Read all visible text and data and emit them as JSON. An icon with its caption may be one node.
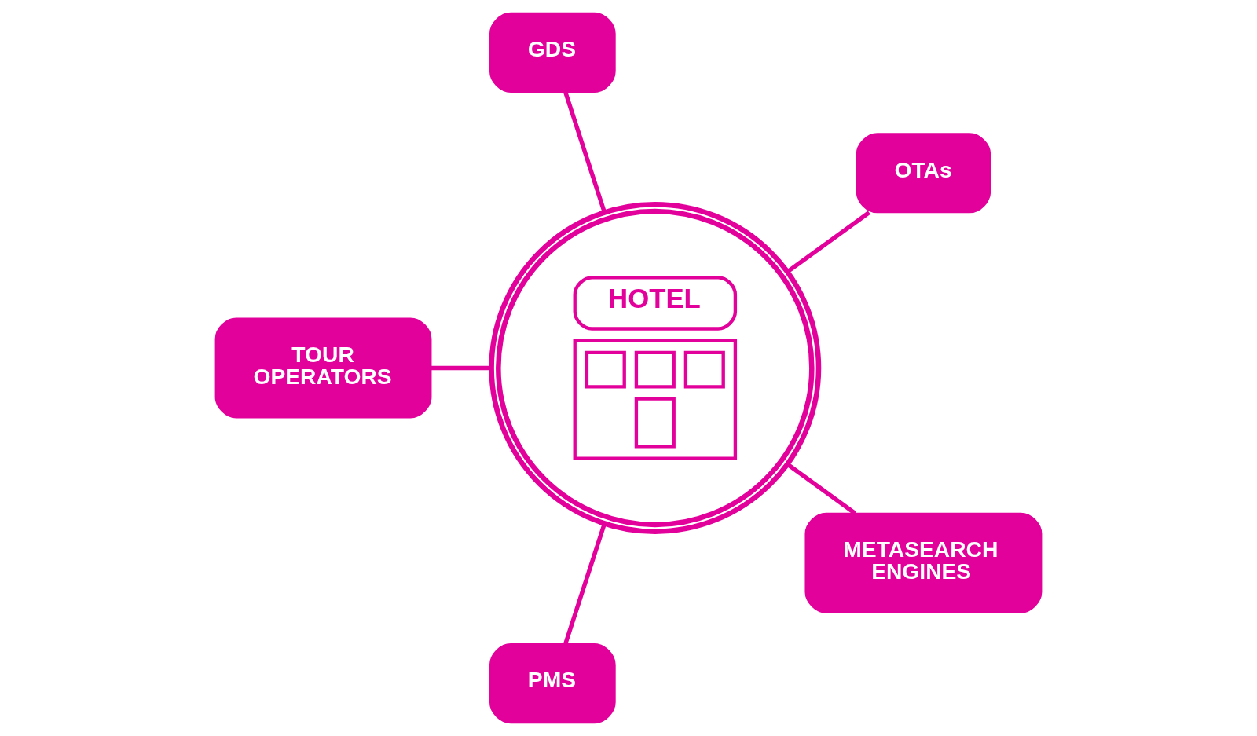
{
  "diagram": {
    "nodes": [
      {
        "text": [
          "GDS"
        ]
      },
      {
        "text": [
          "TOUR OPERATORS"
        ]
      },
      {
        "text": [
          "OTAs"
        ]
      },
      {
        "text": [
          "HOTEL"
        ]
      },
      {
        "text": [
          "PMS"
        ]
      },
      {
        "text": [
          "METASEARCH ENGINES"
        ]
      }
    ],
    "edges": [
      {
        "from": 0,
        "to": 3,
        "arrow": "none"
      },
      {
        "from": 1,
        "to": 3,
        "arrow": "none"
      },
      {
        "from": 2,
        "to": 3,
        "arrow": "none"
      },
      {
        "from": 4,
        "to": 3,
        "arrow": "none"
      },
      {
        "from": 5,
        "to": 3,
        "arrow": "none"
      }
    ]
  }
}
